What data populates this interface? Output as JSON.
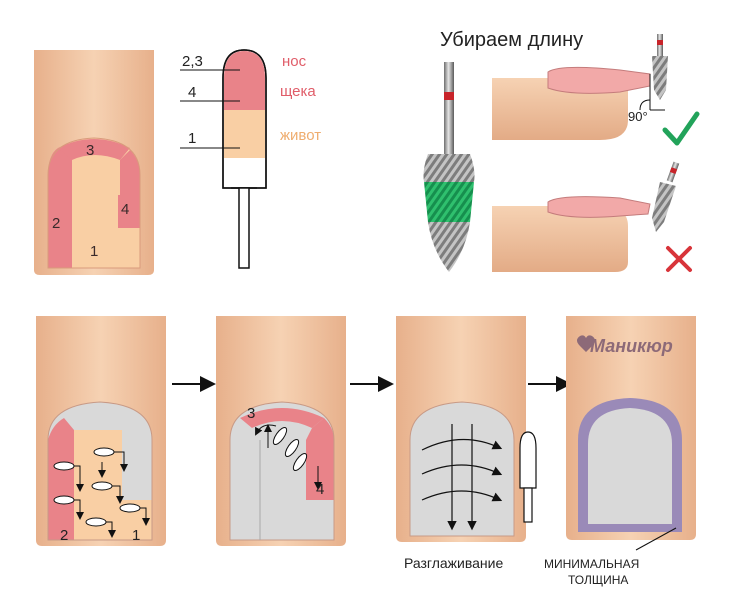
{
  "diagram": {
    "file_zones": {
      "nose": "нос",
      "cheek": "щека",
      "belly": "живот",
      "tag_23": "2,3",
      "tag_4": "4",
      "tag_1": "1"
    },
    "nail_zones": {
      "z1": "1",
      "z2": "2",
      "z3": "3",
      "z4": "4"
    },
    "length_section": {
      "title": "Убираем длину",
      "angle": "90°",
      "correct_mark": "check-icon",
      "wrong_mark": "cross-icon"
    },
    "steps": {
      "s1_z2": "2",
      "s1_z1": "1",
      "s2_z3": "3",
      "s2_z4": "4",
      "smoothing": "Разглаживание",
      "watermark": "Маникюр",
      "min_thickness_line1": "МИНИМАЛЬНАЯ",
      "min_thickness_line2": "ТОЛЩИНА"
    },
    "colors": {
      "skin": "#f3c9a7",
      "skin_shadow": "#e0a884",
      "pink_zone": "#e98389",
      "peach_zone": "#f9cfa4",
      "gray_nail": "#d9d9d9",
      "purple_outline": "#9a8ab8",
      "check_green": "#22a35a",
      "cross_red": "#d8343a",
      "label_pink": "#e05d69",
      "label_orange": "#efad6f"
    }
  }
}
